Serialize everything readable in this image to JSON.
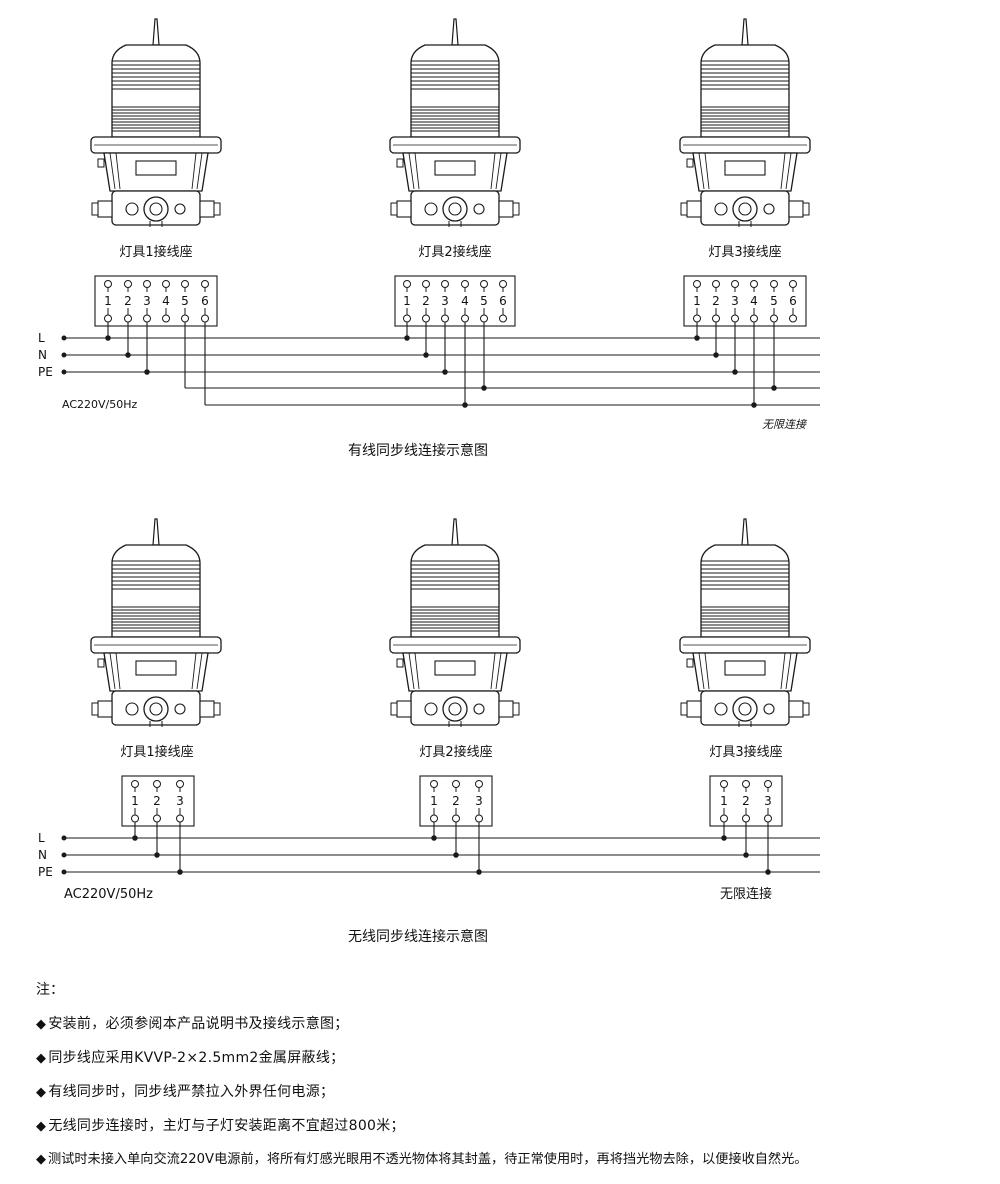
{
  "wired": {
    "lamps": [
      {
        "label": "灯具1接线座",
        "terminals": [
          "1",
          "2",
          "3",
          "4",
          "5",
          "6"
        ]
      },
      {
        "label": "灯具2接线座",
        "terminals": [
          "1",
          "2",
          "3",
          "4",
          "5",
          "6"
        ]
      },
      {
        "label": "灯具3接线座",
        "terminals": [
          "1",
          "2",
          "3",
          "4",
          "5",
          "6"
        ]
      }
    ],
    "bus_labels": [
      "L",
      "N",
      "PE"
    ],
    "power_label": "AC220V/50Hz",
    "unlimited_label": "无限连接",
    "caption": "有线同步线连接示意图"
  },
  "wireless": {
    "lamps": [
      {
        "label": "灯具1接线座",
        "terminals": [
          "1",
          "2",
          "3"
        ]
      },
      {
        "label": "灯具2接线座",
        "terminals": [
          "1",
          "2",
          "3"
        ]
      },
      {
        "label": "灯具3接线座",
        "terminals": [
          "1",
          "2",
          "3"
        ]
      }
    ],
    "bus_labels": [
      "L",
      "N",
      "PE"
    ],
    "power_label": "AC220V/50Hz",
    "unlimited_label": "无限连接",
    "caption": "无线同步线连接示意图"
  },
  "notes": {
    "heading": "注：",
    "bullet_icon": "black-diamond-icon",
    "items": [
      "安装前，必须参阅本产品说明书及接线示意图；",
      "同步线应采用KVVP-2×2.5mm2金属屏蔽线；",
      "有线同步时，同步线严禁拉入外界任何电源；",
      "无线同步连接时，主灯与子灯安装距离不宜超过800米；",
      "测试时未接入单向交流220V电源前，将所有灯感光眼用不透光物体将其封盖，待正常使用时，再将挡光物去除，以便接收自然光。"
    ]
  },
  "colors": {
    "line": "#1a1a1a",
    "background": "#ffffff"
  }
}
